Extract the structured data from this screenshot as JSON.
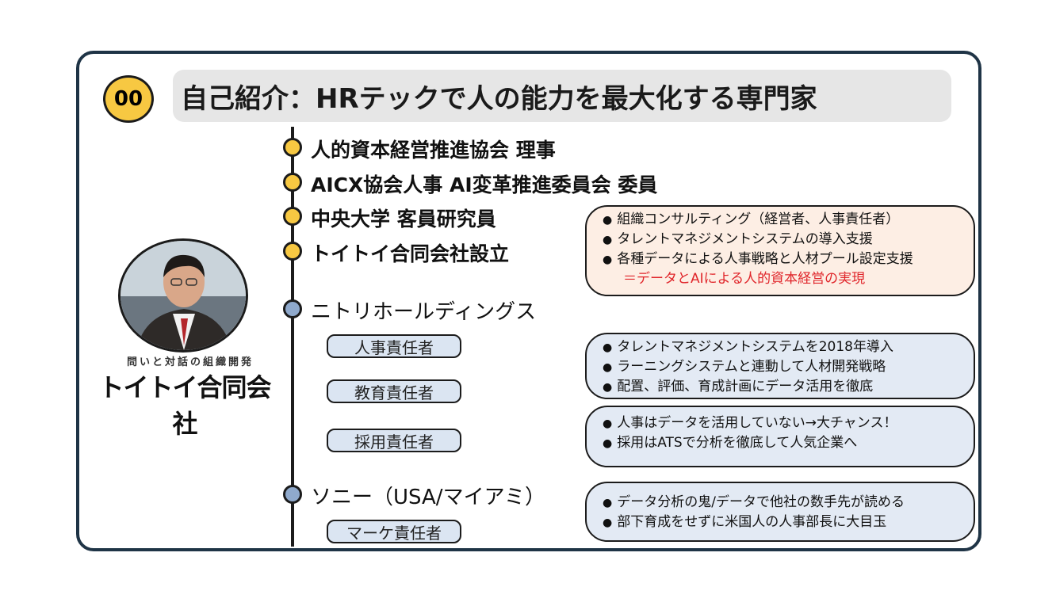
{
  "header": {
    "badge": "00",
    "title": "自己紹介：HRテックで人の能力を最大化する専門家"
  },
  "profile": {
    "tagline": "問いと対話の組織開発",
    "company": "トイトイ合同会社"
  },
  "timeline": {
    "entries": [
      "人的資本経営推進協会 理事",
      "AICX協会人事 AI変革推進委員会 委員",
      "中央大学 客員研究員",
      "トイトイ合同会社設立",
      "ニトリホールディングス",
      "ソニー（USA/マイアミ）"
    ],
    "roles": [
      "人事責任者",
      "教育責任者",
      "採用責任者",
      "マーケ責任者"
    ]
  },
  "callouts": {
    "toitoi": {
      "items": [
        "組織コンサルティング（経営者、人事責任者）",
        "タレントマネジメントシステムの導入支援",
        "各種データによる人事戦略と人材プール設定支援"
      ],
      "highlight": "＝データとAIによる人的資本経営の実現"
    },
    "nitori_hr": {
      "items": [
        "タレントマネジメントシステムを2018年導入",
        "ラーニングシステムと連動して人材開発戦略",
        "配置、評価、育成計画にデータ活用を徹底"
      ]
    },
    "nitori_recruit": {
      "items": [
        "人事はデータを活用していない→大チャンス！",
        "採用はATSで分析を徹底して人気企業へ"
      ]
    },
    "sony": {
      "items": [
        "データ分析の鬼/データで他社の数手先が読める",
        "部下育成をせずに米国人の人事部長に大目玉"
      ]
    }
  },
  "colors": {
    "frame": "#1f3446",
    "gold": "#f7c842",
    "blue_node": "#8fa9cc",
    "peach": "#fdeee4",
    "light_blue": "#e3eaf4",
    "highlight_red": "#e0252a"
  }
}
